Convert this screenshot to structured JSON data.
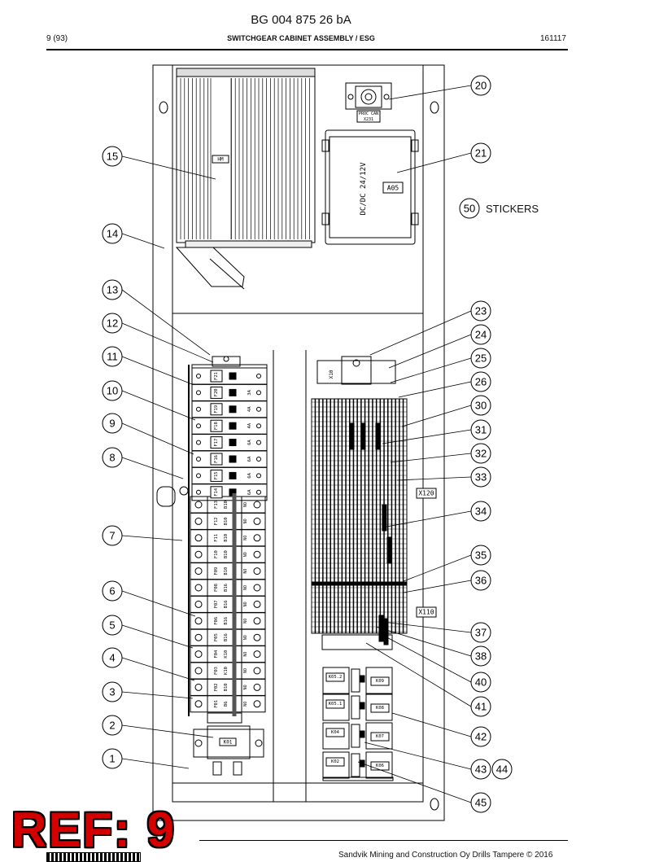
{
  "header": {
    "doc_id": "BG 004 875 26 bA",
    "page": "9 (93)",
    "title": "SWITCHGEAR CABINET ASSEMBLY / ESG",
    "date": "161117"
  },
  "footer": {
    "copyright": "Sandvik Mining and Construction Oy Drills Tampere © 2016",
    "ref_stamp": "REF: 9"
  },
  "annotations": {
    "stickers": "STICKERS"
  },
  "labels": {
    "hm": "HM",
    "proc_can": "PROC CAN",
    "x231": "X231",
    "a05": "A05",
    "dcdc": "DC/DC 24/12V",
    "x10": "X10",
    "x120": "X120",
    "x110": "X110",
    "k01": "K01",
    "relays_left": [
      "K05.2",
      "K05.1",
      "K04",
      "K02"
    ],
    "relays_right": [
      "K09",
      "K08",
      "K07",
      "K06"
    ],
    "fuses_top": [
      "F21",
      "F20",
      "F19",
      "F18",
      "F17",
      "F16",
      "F15",
      "F14"
    ],
    "fuse_ratings_top": [
      "",
      "3A",
      "4A",
      "4A",
      "6A",
      "6A",
      "6A",
      "6A"
    ],
    "breakers": [
      "F13",
      "F12",
      "F11",
      "F10",
      "F09",
      "F08",
      "F07",
      "F06",
      "F05",
      "F04",
      "F03",
      "F02",
      "F01"
    ],
    "breaker_ratings": [
      "B10",
      "B10",
      "B10",
      "B10",
      "B10",
      "B16",
      "B16",
      "B16",
      "B16",
      "K10",
      "K10",
      "B10",
      "B6"
    ],
    "no": "NO"
  },
  "callouts": {
    "left": [
      "15",
      "14",
      "13",
      "12",
      "11",
      "10",
      "9",
      "8",
      "7",
      "6",
      "5",
      "4",
      "3",
      "2",
      "1"
    ],
    "right": [
      "20",
      "21",
      "23",
      "24",
      "25",
      "26",
      "30",
      "31",
      "32",
      "33",
      "34",
      "35",
      "36",
      "37",
      "38",
      "40",
      "41",
      "42",
      "43",
      "44",
      "45"
    ],
    "stickers": "50"
  }
}
